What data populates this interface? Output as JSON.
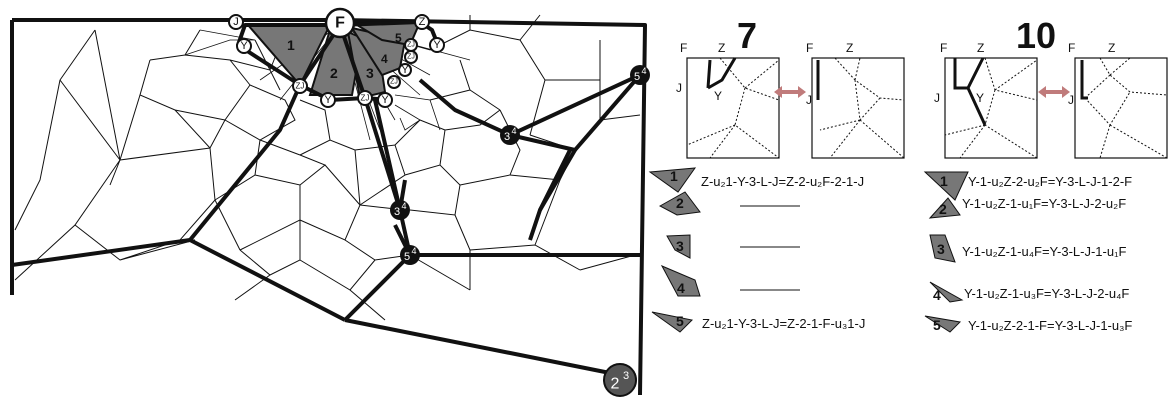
{
  "main_graph": {
    "node_F": "F",
    "node_J": "J",
    "node_Z": "Z",
    "node_Y": "Y",
    "node_bottom_main": "2",
    "node_bottom_sup": "3",
    "markers": [
      {
        "main": "3",
        "sup": "4"
      },
      {
        "main": "5",
        "sup": "4"
      },
      {
        "main": "3",
        "sup": "4"
      },
      {
        "main": "5",
        "sup": "4"
      }
    ],
    "faces": [
      "1",
      "2",
      "3",
      "4",
      "5"
    ]
  },
  "panel_7": {
    "number": "7",
    "square_left": {
      "F": "F",
      "Z": "Z",
      "J": "J",
      "Y": "Y"
    },
    "square_right": {
      "F": "F",
      "Z": "Z",
      "J": "J"
    },
    "rows": [
      {
        "num": "1",
        "formula": "Z-u₂1-Y-3-L-J=Z-2-u₂F-2-1-J"
      },
      {
        "num": "2",
        "formula": ""
      },
      {
        "num": "3",
        "formula": ""
      },
      {
        "num": "4",
        "formula": ""
      },
      {
        "num": "5",
        "formula": "Z-u₂1-Y-3-L-J=Z-2-1-F-u₃1-J"
      }
    ]
  },
  "panel_10": {
    "number": "10",
    "square_left": {
      "F": "F",
      "Z": "Z",
      "J": "J",
      "Y": "Y"
    },
    "square_right": {
      "F": "F",
      "Z": "Z",
      "J": "J"
    },
    "rows": [
      {
        "num": "1",
        "formula": "Y-1-u₂Z-2-u₂F=Y-3-L-J-1-2-F"
      },
      {
        "num": "2",
        "formula": "Y-1-u₂Z-1-u₁F=Y-3-L-J-2-u₂F"
      },
      {
        "num": "3",
        "formula": "Y-1-u₂Z-1-u₄F=Y-3-L-J-1-u₁F"
      },
      {
        "num": "4",
        "formula": "Y-1-u₂Z-1-u₃F=Y-3-L-J-2-u₄F"
      },
      {
        "num": "5",
        "formula": "Y-1-u₂Z-2-1-F=Y-3-L-J-1-u₃F"
      }
    ]
  },
  "colors": {
    "shade": "#777777",
    "arrow": "#c07b7b",
    "line": "#111111"
  }
}
